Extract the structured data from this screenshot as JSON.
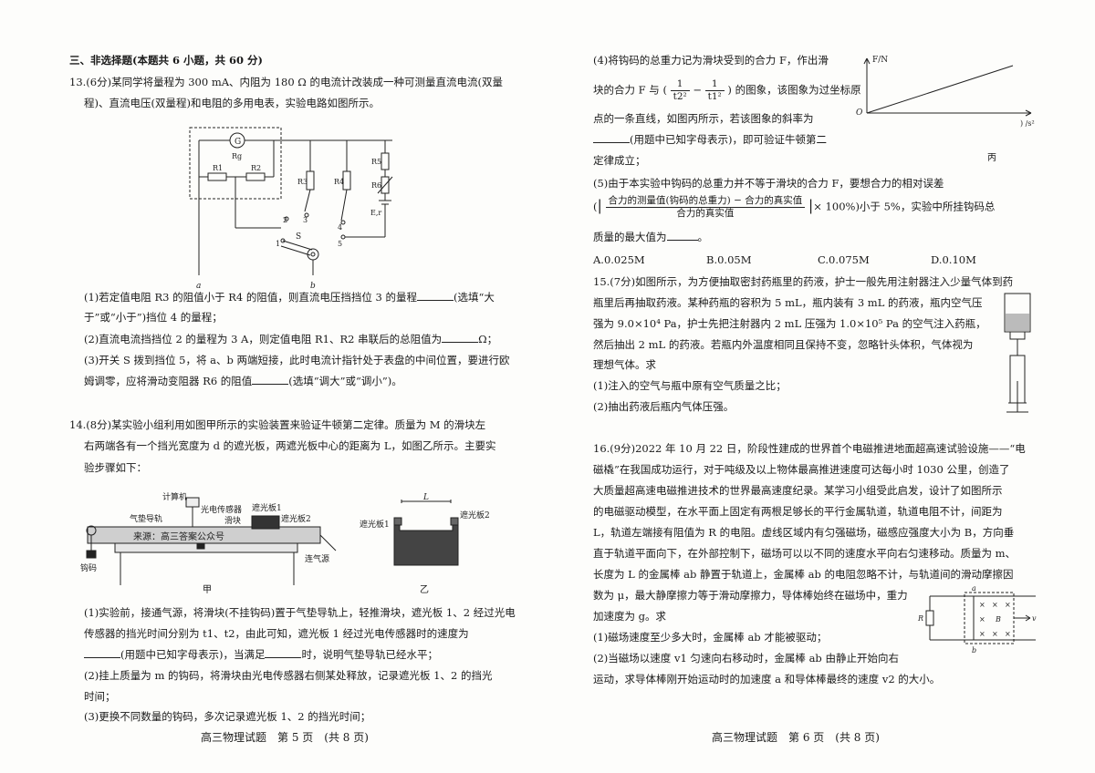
{
  "left": {
    "section_title": "三、非选择题(本题共 6 小题，共 60 分)",
    "q13": {
      "line1": "13.(6分)某同学将量程为 300 mA、内阻为 180 Ω 的电流计改装成一种可测量直流电流(双量",
      "line2": "程)、直流电压(双量程)和电阻的多用电表，实验电路如图所示。",
      "circuit_labels": {
        "g": "G",
        "rg": "Rg",
        "r1": "R1",
        "r2": "R2",
        "r3": "R3",
        "r4": "R4",
        "r5": "R5",
        "r6": "R6",
        "er": "E,r",
        "s": "S",
        "p1": "1",
        "p2": "2",
        "p3": "3",
        "p4": "4",
        "p5": "5",
        "a": "a",
        "b": "b"
      },
      "sub1_a": "(1)若定值电阻 R3 的阻值小于 R4 的阻值，则直流电压挡挡位 3 的量程",
      "sub1_b": "(选填“大",
      "sub1_c": "于”或“小于”)挡位 4 的量程；",
      "sub2_a": "(2)直流电流挡挡位 2 的量程为 3 A，则定值电阻 R1、R2 串联后的总阻值为",
      "sub2_b": "Ω；",
      "sub3_a": "(3)开关 S 拨到挡位 5，将 a、b 两端短接，此时电流计指针处于表盘的中间位置，要进行欧",
      "sub3_b": "姆调零，应将滑动变阻器 R6 的阻值",
      "sub3_c": "(选填“调大”或“调小”)。"
    },
    "q14": {
      "line1": "14.(8分)某实验小组利用如图甲所示的实验装置来验证牛顿第二定律。质量为 M 的滑块左",
      "line2": "右两端各有一个挡光宽度为 d 的遮光板，两遮光板中心的距离为 L，如图乙所示。主要实",
      "line3": "验步骤如下：",
      "fig_labels": {
        "computer": "计算机",
        "sensor": "光电传感器",
        "plate1": "遮光板1",
        "plate2": "遮光板2",
        "rail": "气垫导轨",
        "slider": "滑块",
        "weight": "钩码",
        "air": "连气源",
        "watermark": "来源：高三答案公众号",
        "jia": "甲",
        "yi": "乙",
        "L": "L",
        "yi_plate1": "遮光板1",
        "yi_plate2": "遮光板2"
      },
      "sub1_a": "(1)实验前，接通气源，将滑块(不挂钩码)置于气垫导轨上，轻推滑块，遮光板 1、2 经过光电",
      "sub1_b": "传感器的挡光时间分别为 t1、t2，由此可知，遮光板 1 经过光电传感器时的速度为",
      "sub1_c": "(用题中已知字母表示)，当满足",
      "sub1_d": "时，说明气垫导轨已经水平；",
      "sub2_a": "(2)挂上质量为 m 的钩码，将滑块由光电传感器右侧某处释放，记录遮光板 1、2 的挡光",
      "sub2_b": "时间；",
      "sub3": "(3)更换不同数量的钩码，多次记录遮光板 1、2 的挡光时间；"
    },
    "footer": "高三物理试题　第 5 页　(共 8 页)"
  },
  "right": {
    "q14_cont": {
      "s4_a": "(4)将钩码的总重力记为滑块受到的合力 F，作出滑",
      "s4_b1": "块的合力 F 与 (",
      "s4_b_num1": "1",
      "s4_b_den1": "t2²",
      "s4_b_num2": "1",
      "s4_b_den2": "t1²",
      "s4_b2": ") 的图象，该图象为过坐标原",
      "s4_c": "点的一条直线，如图丙所示，若该图象的斜率为",
      "s4_d": "(用题中已知字母表示)，即可验证牛顿第二",
      "s4_e": "定律成立；",
      "graph": {
        "ylabel": "F/N",
        "origin": "O",
        "xlabel_tail": ") /s²",
        "caption": "丙"
      },
      "s5_a": "(5)由于本实验中钩码的总重力并不等于滑块的合力 F，要想合力的相对误差",
      "s5_frac_num": "合力的测量值(钩码的总重力) − 合力的真实值",
      "s5_frac_den": "合力的真实值",
      "s5_mult": "× 100%",
      "s5_b": ")小于 5%，实验中所挂钩码总",
      "s5_c": "质量的最大值为",
      "s5_d": "。",
      "options": [
        "A.0.025M",
        "B.0.05M",
        "C.0.075M",
        "D.0.10M"
      ]
    },
    "q15": {
      "line1": "15.(7分)如图所示，为方便抽取密封药瓶里的药液，护士一般先用注射器注入少量气体到药",
      "line2": "瓶里后再抽取药液。某种药瓶的容积为 5 mL，瓶内装有 3 mL 的药液，瓶内空气压",
      "line3": "强为 9.0×10⁴ Pa，护士先把注射器内 2 mL 压强为 1.0×10⁵ Pa 的空气注入药瓶，",
      "line4": "然后抽出 2 mL 的药液。若瓶内外温度相同且保持不变，忽略针头体积，气体视为",
      "line5": "理想气体。求",
      "sub1": "(1)注入的空气与瓶中原有空气质量之比；",
      "sub2": "(2)抽出药液后瓶内气体压强。"
    },
    "q16": {
      "line1": "16.(9分)2022 年 10 月 22 日，阶段性建成的世界首个电磁推进地面超高速试验设施——“电",
      "line2": "磁橇”在我国成功运行，对于吨级及以上物体最高推进速度可达每小时 1030 公里，创造了",
      "line3": "大质量超高速电磁推进技术的世界最高速度纪录。某学习小组受此启发，设计了如图所示",
      "line4": "的电磁驱动模型，在水平面上固定有两根足够长的平行金属轨道，轨道电阻不计，间距为",
      "line5": "L，轨道左端接有阻值为 R 的电阻。虚线区域内有匀强磁场，磁感应强度大小为 B，方向垂",
      "line6": "直于轨道平面向下，在外部控制下，磁场可以以不同的速度水平向右匀速移动。质量为 m、",
      "line7": "长度为 L 的金属棒 ab 静置于轨道上，金属棒 ab 的电阻忽略不计，与轨道间的滑动摩擦因",
      "line8": "数为 μ，最大静摩擦力等于滑动摩擦力，导体棒始终在磁场中，重力",
      "line9": "加速度为 g。求",
      "sub1": "(1)磁场速度至少多大时，金属棒 ab 才能被驱动；",
      "sub2_a": "(2)当磁场以速度 v1 匀速向右移动时，金属棒 ab 由静止开始向右",
      "sub2_b": "运动，求导体棒刚开始运动时的加速度 a 和导体棒最终的速度 v2 的大小。",
      "fig_labels": {
        "a": "a",
        "b": "b",
        "R": "R",
        "B": "B",
        "v": "v",
        "x": "×"
      }
    },
    "footer": "高三物理试题　第 6 页　(共 8 页)"
  }
}
